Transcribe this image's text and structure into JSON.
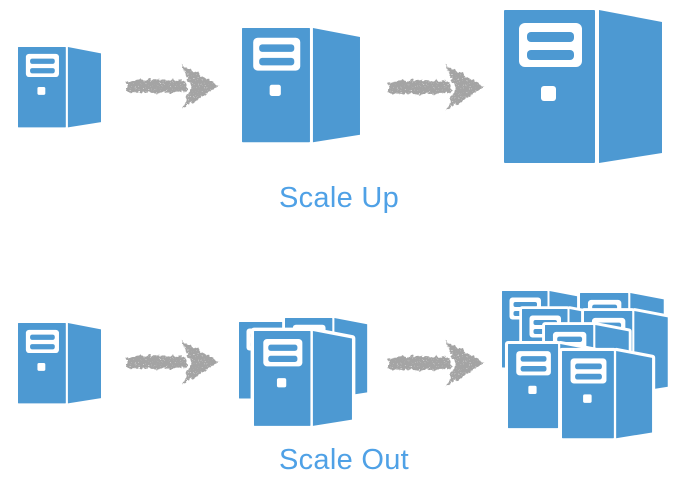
{
  "diagram": {
    "rows": [
      {
        "id": "scale-up",
        "label": "Scale Up",
        "items": [
          "server-small",
          "arrow-right",
          "server-medium",
          "arrow-right",
          "server-large"
        ]
      },
      {
        "id": "scale-out",
        "label": "Scale Out",
        "items": [
          "server-small",
          "arrow-right",
          "server-cluster-3",
          "arrow-right",
          "server-cluster-many"
        ]
      }
    ]
  },
  "icons": {
    "server": "server-tower-icon",
    "arrow": "arrow-right-icon",
    "cluster_small": "server-cluster-3-icon",
    "cluster_large": "server-cluster-many-icon"
  },
  "colors": {
    "server_blue": "#4d99d2",
    "label_blue": "#4fa1e6",
    "arrow_gray": "#a4a4a4",
    "background": "#ffffff"
  }
}
